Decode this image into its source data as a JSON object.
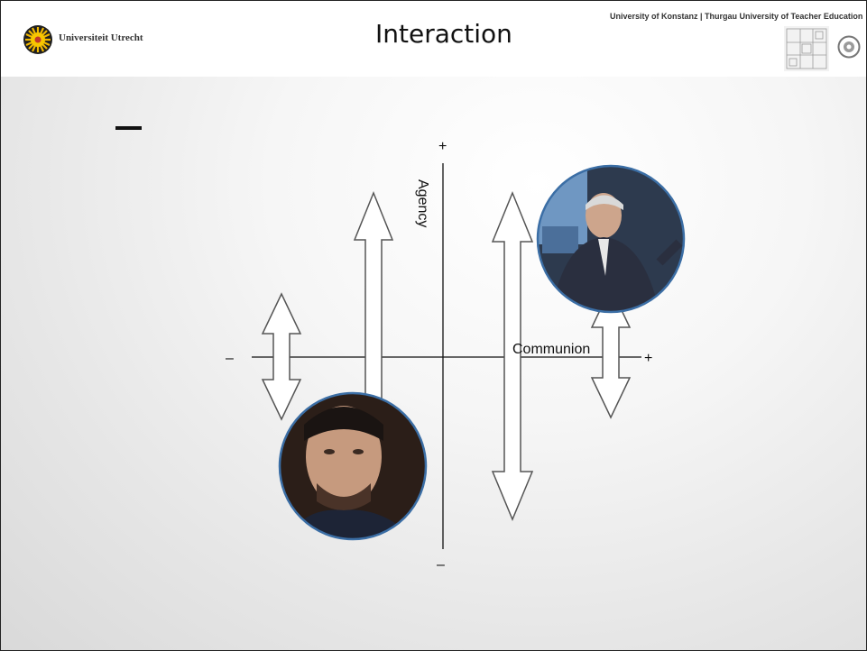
{
  "slide": {
    "title": "Interaction",
    "logo_text": "Universiteit Utrecht",
    "partners_text": "University of Konstanz | Thurgau University of Teacher Education",
    "dash": "–"
  },
  "diagram": {
    "y_axis": {
      "label": "Agency",
      "plus": "+",
      "minus": "–"
    },
    "x_axis": {
      "label": "Communion",
      "plus": "+",
      "minus": "–"
    }
  },
  "colors": {
    "axis": "#111111",
    "arrow_fill": "#ffffff",
    "arrow_stroke": "#555555",
    "photo_border": "#3b6ea5"
  },
  "icons": [
    "utrecht-sun-logo-icon",
    "konstanz-logo-icon",
    "thurgau-logo-icon"
  ]
}
